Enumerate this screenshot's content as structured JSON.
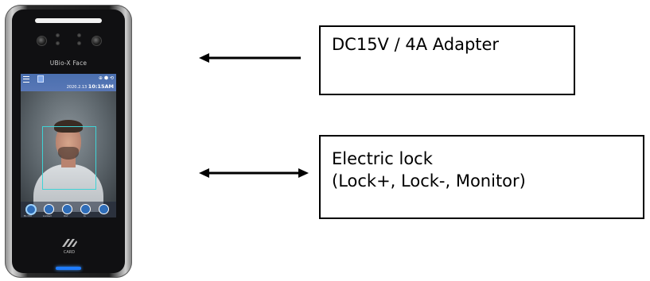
{
  "device": {
    "brand_label": "UBio-X Face",
    "screen": {
      "date": "2020.2.13",
      "time": "10:15AM",
      "status_icons": "⊕ ⬢ ⟲",
      "dock": [
        {
          "icon": "fingerprint-icon",
          "label": "EL Ctrl"
        },
        {
          "icon": "lock-icon",
          "label": "Locked"
        },
        {
          "icon": "exit-icon",
          "label": "Out"
        },
        {
          "icon": "enter-icon",
          "label": "In"
        },
        {
          "icon": "door-icon",
          "label": ""
        }
      ],
      "accent_color": "#3fd3d6"
    },
    "logo_text": "CARD",
    "led_color": "#1f7cff"
  },
  "connections": [
    {
      "direction": "left",
      "lines": [
        "DC15V / 4A Adapter"
      ]
    },
    {
      "direction": "both",
      "lines": [
        "Electric lock",
        "(Lock+, Lock-, Monitor)"
      ]
    }
  ]
}
